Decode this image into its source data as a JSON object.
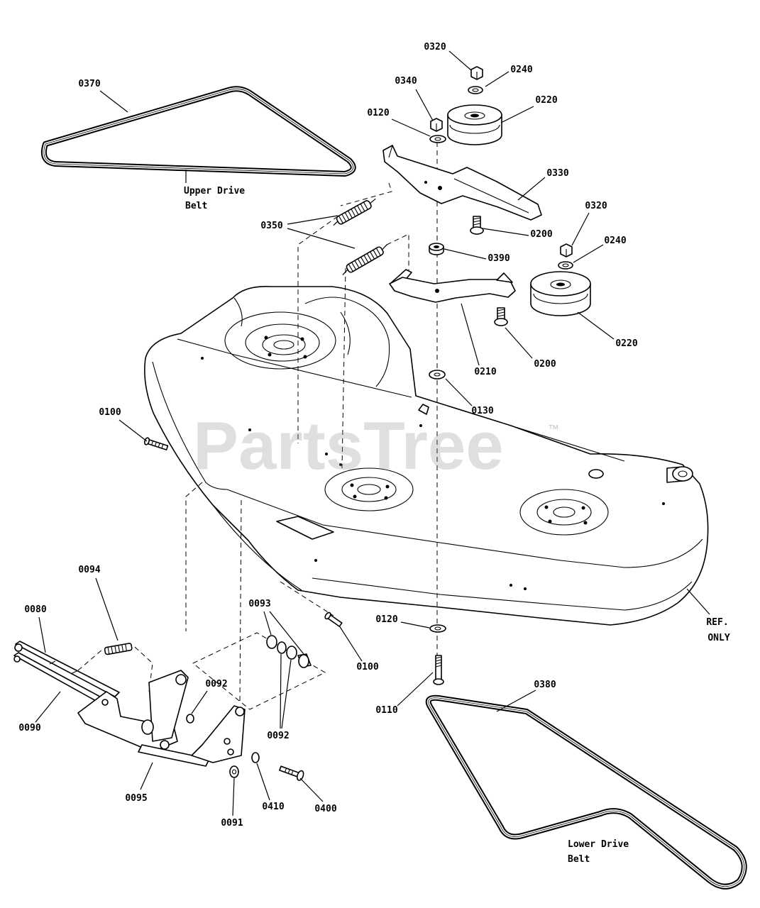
{
  "watermark": {
    "brand": "PartsTree",
    "trademark": "™"
  },
  "callouts": [
    "0320",
    "0240",
    "0340",
    "0370",
    "0220",
    "0120",
    "0330",
    "0320",
    "0350",
    "0200",
    "0240",
    "0390",
    "0220",
    "0200",
    "0210",
    "0130",
    "0100",
    "0094",
    "0080",
    "0093",
    "0120",
    "0100",
    "0380",
    "0092",
    "0110",
    "0090",
    "0092",
    "0095",
    "0410",
    "0400",
    "0091"
  ],
  "notes": {
    "upper_belt": {
      "line1": "Upper Drive",
      "line2": "Belt"
    },
    "lower_belt": {
      "line1": "Lower Drive",
      "line2": "Belt"
    },
    "deck": {
      "line1": "REF.",
      "line2": "ONLY"
    }
  }
}
